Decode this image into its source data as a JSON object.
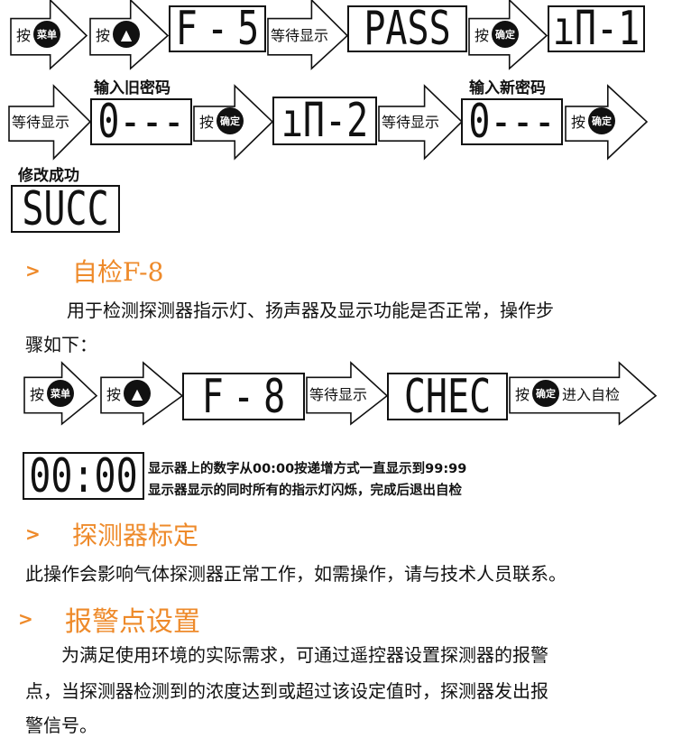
{
  "flow1": {
    "press": "按",
    "menu": "菜单",
    "up": "▲",
    "confirm": "确定",
    "wait": "等待显示",
    "d1": "F - 5",
    "d2": "PASS",
    "d3": "ıΠ-1"
  },
  "flow2": {
    "caption_old": "输入旧密码",
    "caption_new": "输入新密码",
    "press": "按",
    "confirm": "确定",
    "wait": "等待显示",
    "d1": "0---",
    "d2": "ıΠ-2",
    "d3": "0---"
  },
  "flow_success": {
    "caption": "修改成功",
    "display": "SUCC"
  },
  "section_self_test": {
    "chevron": ">",
    "title": "自检F-8",
    "para_line1": "用于检测探测器指示灯、扬声器及显示功能是否正常，操作步",
    "para_line2": "骤如下：",
    "flow": {
      "press": "按",
      "menu": "菜单",
      "up": "▲",
      "confirm": "确定",
      "wait": "等待显示",
      "enter": "进入自检",
      "d1": "F - 8",
      "d2": "CHEC"
    },
    "counter": {
      "display": "00:00",
      "note1": "显示器上的数字从00:00按递增方式一直显示到99:99",
      "note2": "显示器显示的同时所有的指示灯闪烁，完成后退出自检"
    }
  },
  "section_calibration": {
    "chevron": ">",
    "title": "探测器标定",
    "para": "此操作会影响气体探测器正常工作，如需操作，请与技术人员联系。"
  },
  "section_alarm": {
    "chevron": ">",
    "title": "报警点设置",
    "line1": "为满足使用环境的实际需求，可通过遥控器设置探测器的报警",
    "line2": "点，当探测器检测到的浓度达到或超过该设定值时，探测器发出报",
    "line3": "警信号。"
  },
  "colors": {
    "accent": "#ee8a2a"
  }
}
